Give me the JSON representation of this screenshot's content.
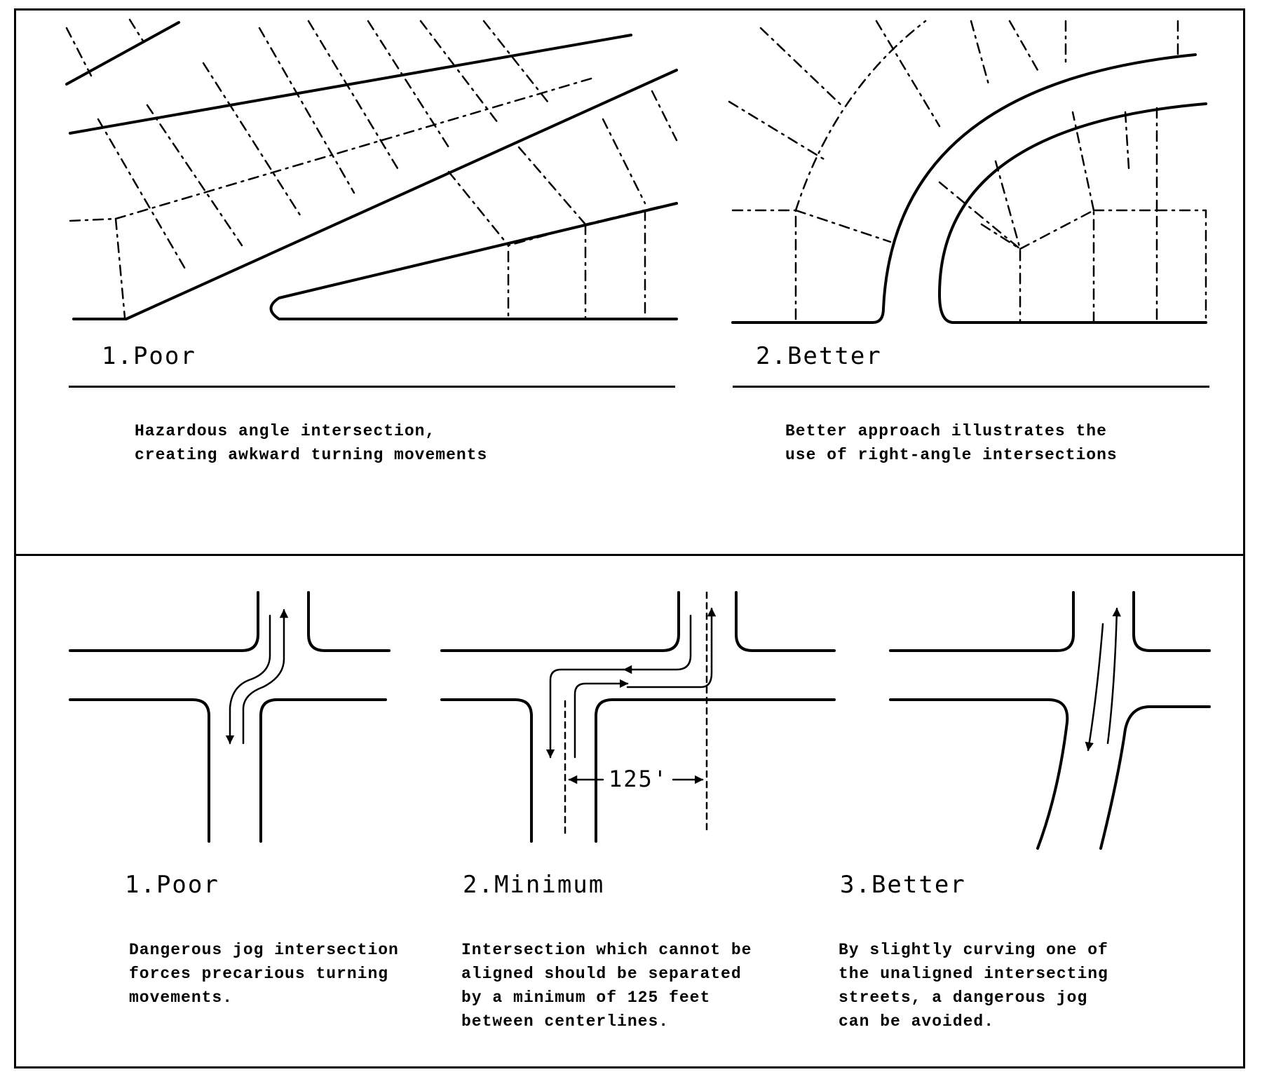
{
  "top": {
    "poor": {
      "label": "1.Poor",
      "caption": [
        "Hazardous angle intersection,",
        "creating awkward turning movements"
      ]
    },
    "better": {
      "label": "2.Better",
      "caption": [
        "Better approach illustrates the",
        "use of right-angle intersections"
      ]
    }
  },
  "bottom": {
    "poor": {
      "label": "1.Poor",
      "caption": [
        "Dangerous jog intersection",
        "forces precarious turning",
        "movements."
      ]
    },
    "minimum": {
      "label": "2.Minimum",
      "dimension": "125'",
      "caption": [
        "Intersection which cannot be",
        "aligned should be separated",
        "by a minimum of 125 feet",
        "between centerlines."
      ]
    },
    "better": {
      "label": "3.Better",
      "caption": [
        "By slightly curving one of",
        "the unaligned intersecting",
        "streets, a dangerous jog",
        "can be avoided."
      ]
    }
  }
}
